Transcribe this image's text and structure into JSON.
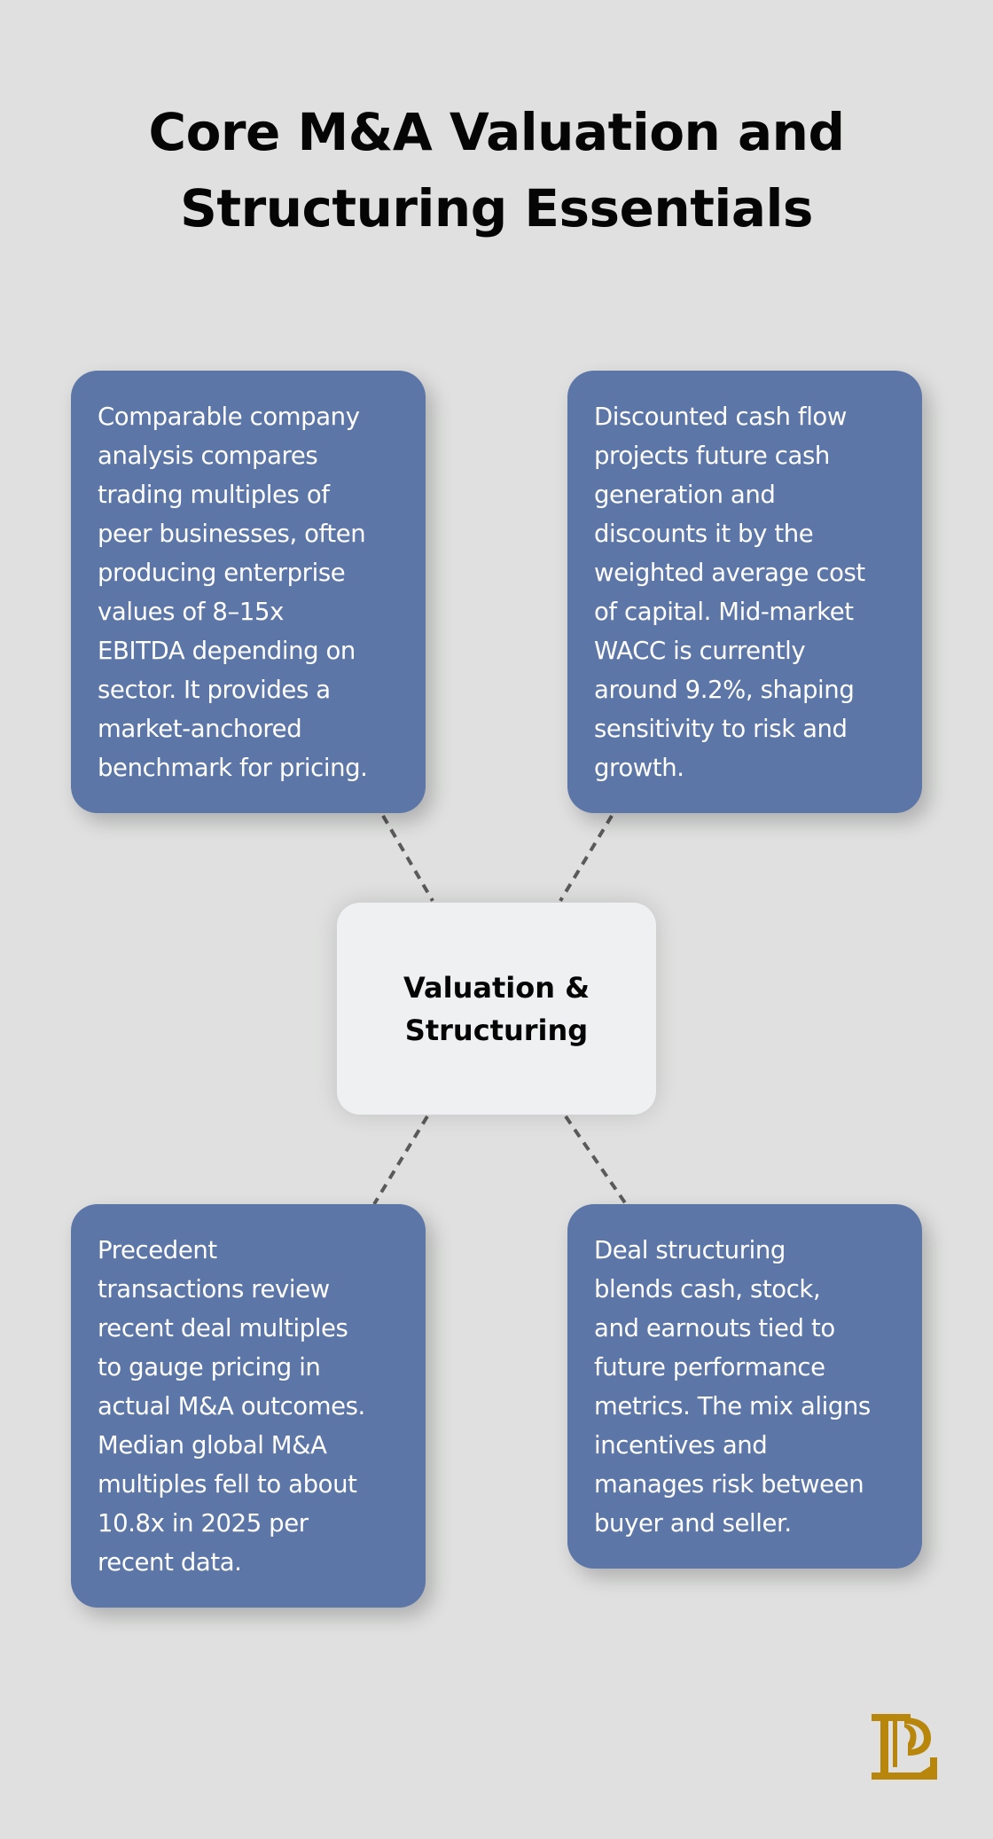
{
  "title": "Core M&A Valuation and\nStructuring Essentials",
  "center": {
    "label": "Valuation &\nStructuring"
  },
  "cards": [
    {
      "position": "top-left",
      "text": "Comparable company\nanalysis compares\ntrading multiples of\npeer businesses, often\nproducing enterprise\nvalues of 8–15x\nEBITDA depending on\nsector. It provides a\nmarket-anchored\nbenchmark for pricing."
    },
    {
      "position": "top-right",
      "text": "Discounted cash flow\nprojects future cash\ngeneration and\ndiscounts it by the\nweighted average cost\nof capital. Mid-market\nWACC is currently\naround 9.2%, shaping\nsensitivity to risk and\ngrowth."
    },
    {
      "position": "bottom-left",
      "text": "Precedent\ntransactions review\nrecent deal multiples\nto gauge pricing in\nactual M&A outcomes.\nMedian global M&A\nmultiples fell to about\n10.8x in 2025 per\nrecent data."
    },
    {
      "position": "bottom-right",
      "text": "Deal structuring\nblends cash, stock,\nand earnouts tied to\nfuture performance\nmetrics. The mix aligns\nincentives and\nmanages risk between\nbuyer and seller."
    }
  ],
  "logo": {
    "icon": "brand-monogram-icon",
    "color": "#b8860b"
  },
  "colors": {
    "background": "#dfe0df",
    "card": "#5d76a8",
    "center": "#eff0f2",
    "connector": "#555555",
    "title": "#050505",
    "logo": "#b8860b"
  }
}
